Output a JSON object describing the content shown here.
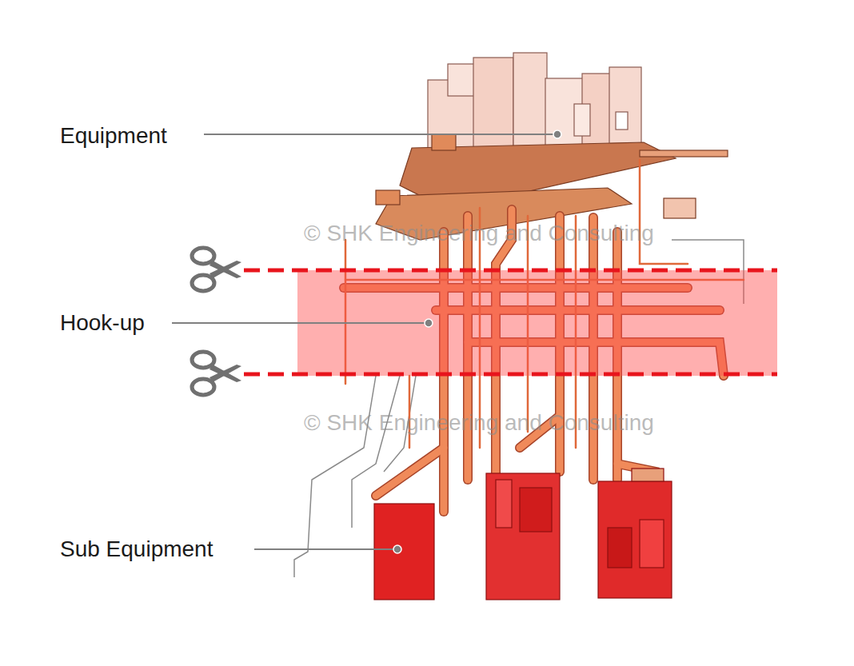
{
  "diagram": {
    "labels": [
      "Equipment",
      "Hook-up",
      "Sub Equipment",
      "© SHK Engineering and Consulting",
      "© SHK Engineering and Consulting"
    ]
  }
}
